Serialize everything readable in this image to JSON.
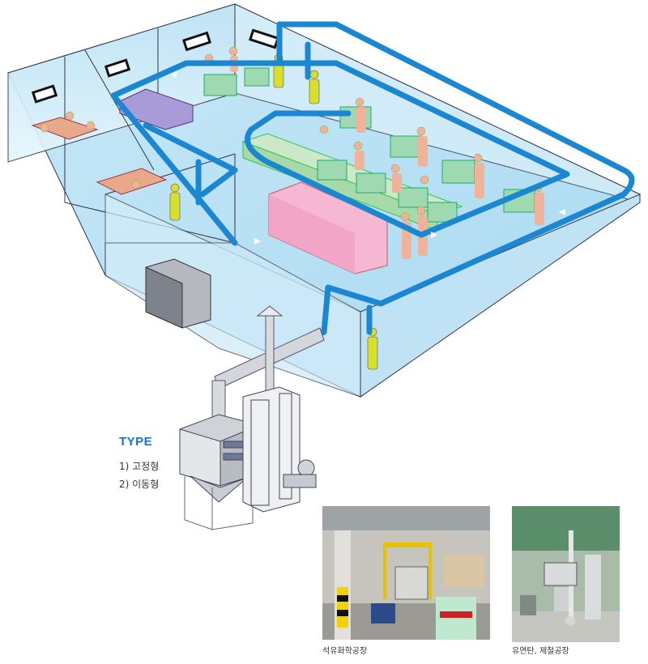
{
  "type_box": {
    "title": "TYPE",
    "items": [
      "1) 고정형",
      "2) 이동형"
    ]
  },
  "photos": [
    {
      "caption": "석유화학공장"
    },
    {
      "caption": "유연탄, 제철공장"
    }
  ],
  "colors": {
    "wall": "#cdeaf7",
    "floor": "#b9e1f4",
    "pipe": "#1b86d1",
    "worker": "#f1b29a",
    "vacuum_worker": "#d8e02a",
    "machine": "#9fd9b2",
    "pink_box": "#f6b7d3",
    "purple_box": "#a99ad8"
  }
}
